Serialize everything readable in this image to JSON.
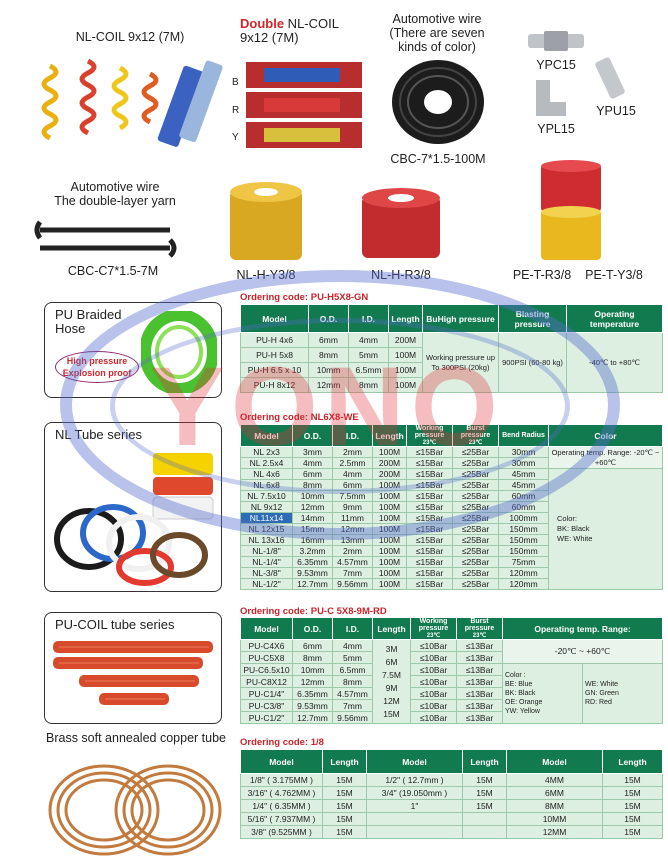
{
  "products": {
    "nl_coil": "NL-COIL 9x12 (7M)",
    "double_coil_word": "Double",
    "double_coil_rest": " NL-COIL",
    "double_coil_size": "9x12 (7M)",
    "double_labels": [
      "B",
      "R",
      "Y"
    ],
    "auto_wire_1": "Automotive wire",
    "auto_wire_1_sub1": "(There are seven",
    "auto_wire_1_sub2": "kinds of color)",
    "cbc_100": "CBC-7*1.5-100M",
    "ypc": "YPC15",
    "ypl": "YPL15",
    "ypu": "YPU15",
    "auto_wire_2": "Automotive wire",
    "auto_wire_2_sub": "The double-layer yarn",
    "cbc_7": "CBC-C7*1.5-7M",
    "nlh_y": "NL-H-Y3/8",
    "nlh_r": "NL-H-R3/8",
    "pe_r": "PE-T-R3/8",
    "pe_y": "PE-T-Y3/8"
  },
  "watermark": "YONO",
  "pu": {
    "title_l1": "PU Braided",
    "title_l2": "Hose",
    "badge_l1": "High pressure",
    "badge_l2": "Explosion proof",
    "code": "Ordering code: PU-H5X8-GN",
    "headers": [
      "Model",
      "O.D.",
      "I.D.",
      "Length",
      "BuHigh pressure",
      "Blasting pressure",
      "Operating temperature"
    ],
    "rows": [
      [
        "PU-H 4x6",
        "6mm",
        "4mm",
        "200M"
      ],
      [
        "PU-H 5x8",
        "8mm",
        "5mm",
        "100M"
      ],
      [
        "PU-H 6.5 x 10",
        "10mm",
        "6.5mm",
        "100M"
      ],
      [
        "PU-H 8x12",
        "12mm",
        "8mm",
        "100M"
      ]
    ],
    "work": "Working pressure up To 300PSI (20kg)",
    "blast": "900PSI (60-80 kg)",
    "temp": "-40℃ to +80℃"
  },
  "nl": {
    "title": "NL Tube series",
    "code": "Ordering code: NL6X8-WE",
    "headers": [
      "Model",
      "O.D.",
      "I.D.",
      "Length",
      "Working pressure",
      "Burst pressure",
      "Bend Radius",
      "Color"
    ],
    "temp_sup": "23℃",
    "rows": [
      [
        "NL 2x3",
        "3mm",
        "2mm",
        "100M",
        "≤15Bar",
        "≤25Bar",
        "30mm"
      ],
      [
        "NL 2.5x4",
        "4mm",
        "2.5mm",
        "200M",
        "≤15Bar",
        "≤25Bar",
        "30mm"
      ],
      [
        "NL 4x6",
        "6mm",
        "4mm",
        "200M",
        "≤15Bar",
        "≤25Bar",
        "45mm"
      ],
      [
        "NL 6x8",
        "8mm",
        "6mm",
        "100M",
        "≤15Bar",
        "≤25Bar",
        "45mm"
      ],
      [
        "NL 7.5x10",
        "10mm",
        "7.5mm",
        "100M",
        "≤15Bar",
        "≤25Bar",
        "60mm"
      ],
      [
        "NL 9x12",
        "12mm",
        "9mm",
        "100M",
        "≤15Bar",
        "≤25Bar",
        "60mm"
      ],
      [
        "NL11x14",
        "14mm",
        "11mm",
        "100M",
        "≤15Bar",
        "≤25Bar",
        "100mm"
      ],
      [
        "NL 12x15",
        "15mm",
        "12mm",
        "100M",
        "≤15Bar",
        "≤25Bar",
        "150mm"
      ],
      [
        "NL 13x16",
        "16mm",
        "13mm",
        "100M",
        "≤15Bar",
        "≤25Bar",
        "150mm"
      ],
      [
        "NL-1/8\"",
        "3.2mm",
        "2mm",
        "100M",
        "≤15Bar",
        "≤25Bar",
        "150mm"
      ],
      [
        "NL-1/4\"",
        "6.35mm",
        "4.57mm",
        "100M",
        "≤15Bar",
        "≤25Bar",
        "75mm"
      ],
      [
        "NL-3/8\"",
        "9.53mm",
        "7mm",
        "100M",
        "≤15Bar",
        "≤25Bar",
        "120mm"
      ],
      [
        "NL-1/2\"",
        "12.7mm",
        "9.56mm",
        "100M",
        "≤15Bar",
        "≤25Bar",
        "120mm"
      ]
    ],
    "temp_note": "Operating temp. Range: -20℃ ~ +60℃",
    "color_note": "Color:\nBK: Black\nWE: White"
  },
  "coil": {
    "title": "PU-COIL tube series",
    "code": "Ordering code: PU-C 5X8-9M-RD",
    "headers": [
      "Model",
      "O.D.",
      "I.D.",
      "Length",
      "Working pressure",
      "Burst pressure",
      "Operating temp. Range:"
    ],
    "lengths": "3M\n6M\n7.5M\n9M\n12M\n15M",
    "temp": "-20℃ ~ +60℃",
    "rows": [
      [
        "PU-C4X6",
        "6mm",
        "4mm",
        "≤10Bar",
        "≤13Bar"
      ],
      [
        "PU-C5X8",
        "8mm",
        "5mm",
        "≤10Bar",
        "≤13Bar"
      ],
      [
        "PU-C6.5x10",
        "10mm",
        "6.5mm",
        "≤10Bar",
        "≤13Bar"
      ],
      [
        "PU-C8X12",
        "12mm",
        "8mm",
        "≤10Bar",
        "≤13Bar"
      ],
      [
        "PU-C1/4\"",
        "6.35mm",
        "4.57mm",
        "≤10Bar",
        "≤13Bar"
      ],
      [
        "PU-C3/8\"",
        "9.53mm",
        "7mm",
        "≤10Bar",
        "≤13Bar"
      ],
      [
        "PU-C1/2\"",
        "12.7mm",
        "9.56mm",
        "≤10Bar",
        "≤13Bar"
      ]
    ],
    "colors_l": "Color :\nBE: Blue\nBK: Black\nOE: Orange\nYW: Yellow",
    "colors_r": "WE: White\nGN: Green\nRD: Red"
  },
  "brass": {
    "title": "Brass soft annealed copper tube",
    "code": "Ordering code: 1/8",
    "headers": [
      "Model",
      "Length",
      "Model",
      "Length",
      "Model",
      "Length"
    ],
    "rows": [
      [
        "1/8\" ( 3.175MM )",
        "15M",
        "1/2\" ( 12.7mm )",
        "15M",
        "4MM",
        "15M"
      ],
      [
        "3/16\" ( 4.762MM )",
        "15M",
        "3/4\" (19.050mm )",
        "15M",
        "6MM",
        "15M"
      ],
      [
        "1/4\" ( 6.35MM )",
        "15M",
        "1\"",
        "15M",
        "8MM",
        "15M"
      ],
      [
        "5/16\" ( 7.937MM )",
        "15M",
        "",
        "",
        "10MM",
        "15M"
      ],
      [
        "3/8\" (9.525MM )",
        "15M",
        "",
        "",
        "12MM",
        "15M"
      ]
    ]
  }
}
